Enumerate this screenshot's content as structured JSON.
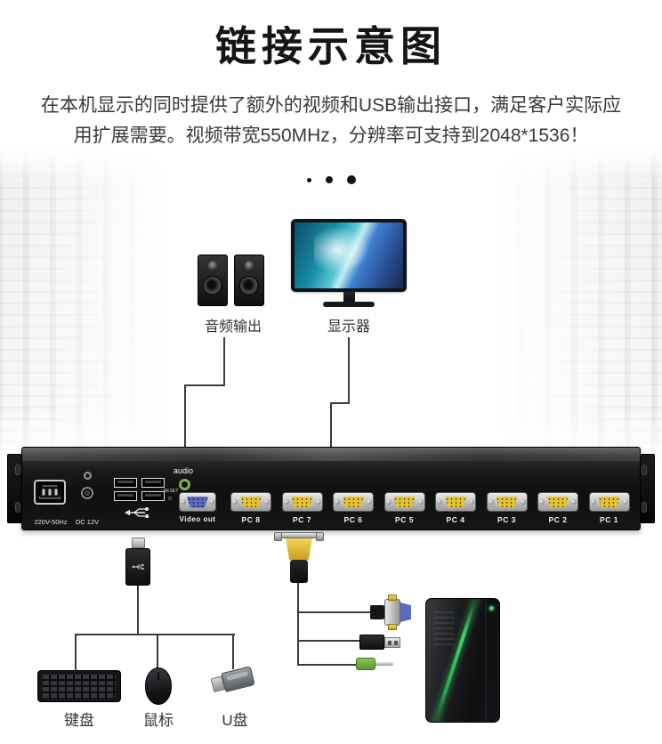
{
  "header": {
    "title": "链接示意图",
    "description_line1": "在本机显示的同时提供了额外的视频和USB输出接口，满足客户实际应",
    "description_line2": "用扩展需要。视频带宽550MHz，分辨率可支持到2048*1536！"
  },
  "peripherals": {
    "audio_output_label": "音频输出",
    "monitor_label": "显示器",
    "keyboard_label": "键盘",
    "mouse_label": "鼠标",
    "usb_drive_label": "U盘"
  },
  "device": {
    "power_label": "220V-50Hz",
    "dc_label": "DC 12V",
    "reset_label": "RESET",
    "audio_label": "audio",
    "video_out_label": "Video out",
    "pc_ports": [
      "PC 8",
      "PC 7",
      "PC 6",
      "PC 5",
      "PC 4",
      "PC 3",
      "PC 2",
      "PC 1"
    ]
  },
  "colors": {
    "vga_yellow": "#e7c42f",
    "vga_blue": "#5b6bbf",
    "audio_green": "#79b743",
    "accent_green": "#3fd46a",
    "line_color": "#3c3c3c"
  }
}
